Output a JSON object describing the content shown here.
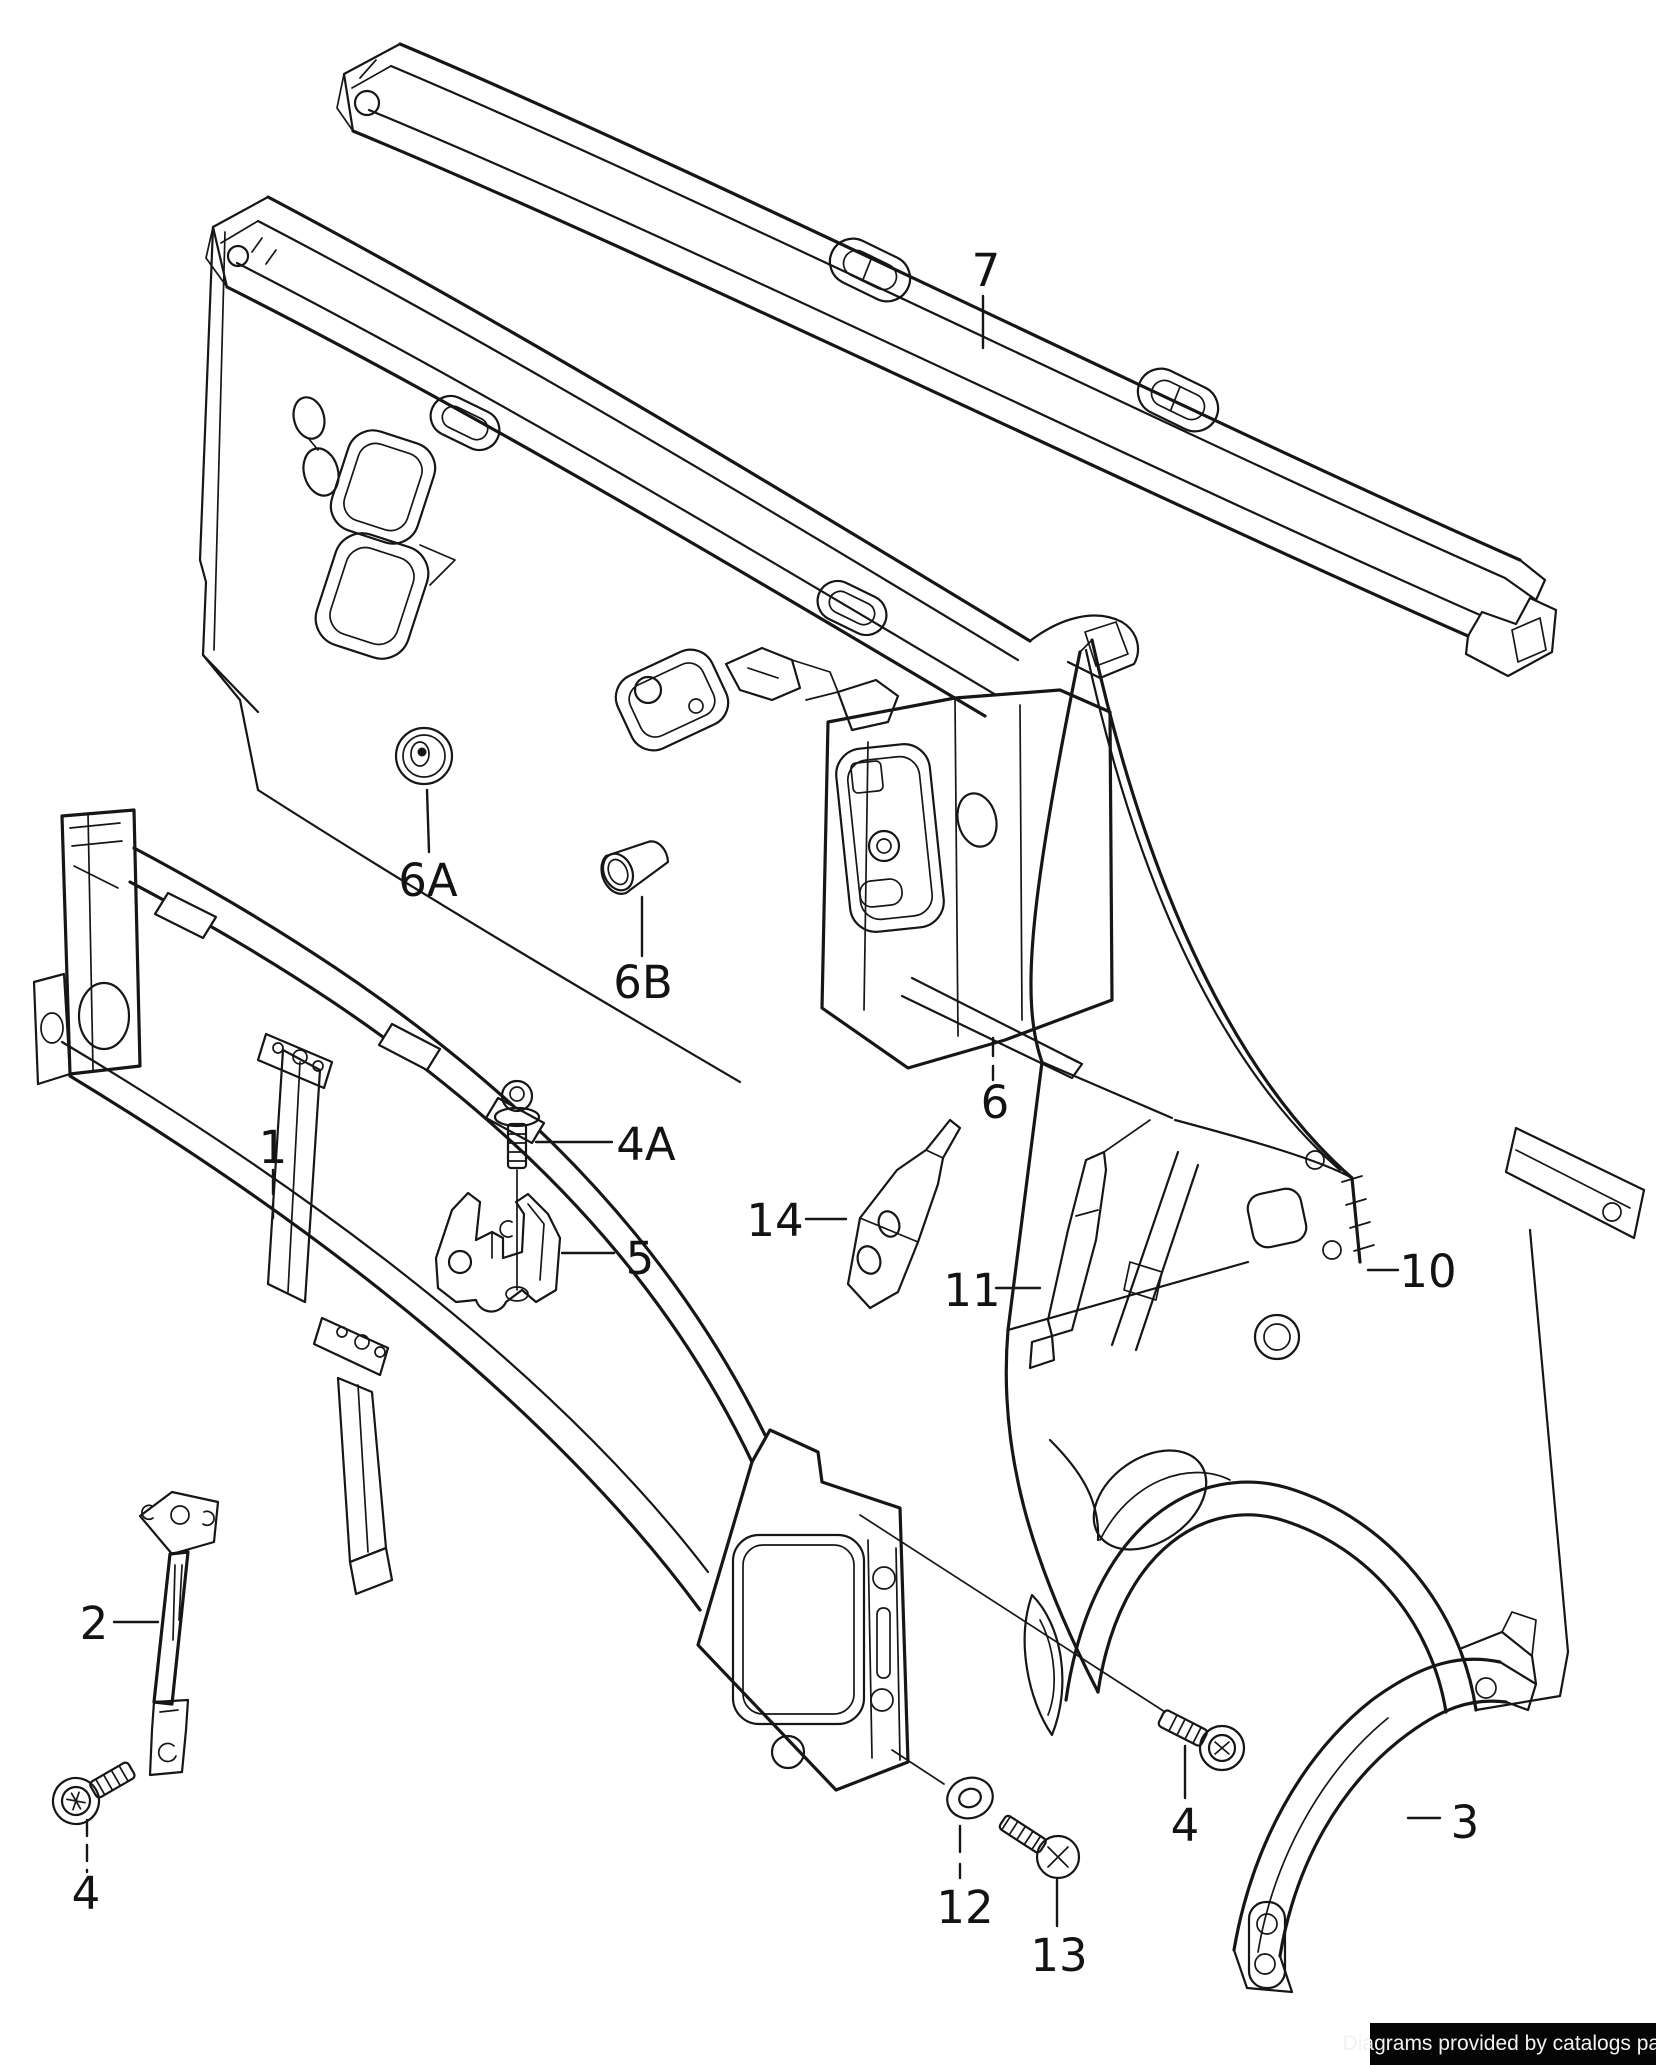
{
  "figure": {
    "type": "exploded-parts-diagram",
    "subject": "body front section - cowl panel, plenum, radiator support, side panel",
    "background": "#ffffff",
    "line_color": "#161616"
  },
  "callouts": {
    "c7": {
      "label": "7"
    },
    "c6a": {
      "label": "6A"
    },
    "c6b": {
      "label": "6B"
    },
    "c6": {
      "label": "6"
    },
    "c1": {
      "label": "1"
    },
    "c4a": {
      "label": "4A"
    },
    "c5": {
      "label": "5"
    },
    "c14": {
      "label": "14"
    },
    "c11": {
      "label": "11"
    },
    "c10": {
      "label": "10"
    },
    "c2": {
      "label": "2"
    },
    "c4_left": {
      "label": "4"
    },
    "c12": {
      "label": "12"
    },
    "c13": {
      "label": "13"
    },
    "c4_right": {
      "label": "4"
    },
    "c3": {
      "label": "3"
    }
  },
  "watermark": {
    "text": "Diagrams provided by catalogs parts",
    "background": "#050505",
    "color": "#f2f2f2"
  }
}
